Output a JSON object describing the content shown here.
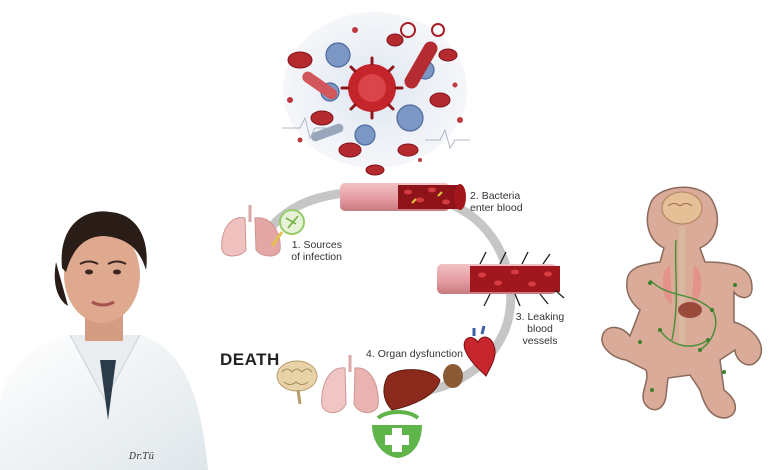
{
  "diagram": {
    "steps": [
      {
        "number": "1.",
        "text_line1": "Sources",
        "text_line2": "of infection"
      },
      {
        "number": "2.",
        "text_line1": "Bacteria",
        "text_line2": "enter blood"
      },
      {
        "number": "3.",
        "text_line1": "Leaking",
        "text_line2": "blood",
        "text_line3": "vessels"
      },
      {
        "number": "4.",
        "text_line1": "Organ dysfunction"
      }
    ],
    "death_label": "DEATH"
  },
  "doctor": {
    "coat_badge": "Dr.Tü"
  },
  "colors": {
    "blood_red": "#b01e24",
    "vessel_pink": "#e8a4a8",
    "arrow_gray": "#c6c6c6",
    "infant_skin": "#d9ab98",
    "pathogen_blue": "#7d97c4",
    "logo_green": "#5fb54a"
  },
  "icons": [
    "pathogen-cluster-illustration",
    "lungs-icon",
    "bacteria-magnifier-icon",
    "blood-vessel-icon",
    "brain-icon",
    "liver-icon",
    "heart-icon",
    "kidney-icon",
    "medical-cross-logo",
    "infant-anatomy-illustration",
    "doctor-portrait"
  ]
}
